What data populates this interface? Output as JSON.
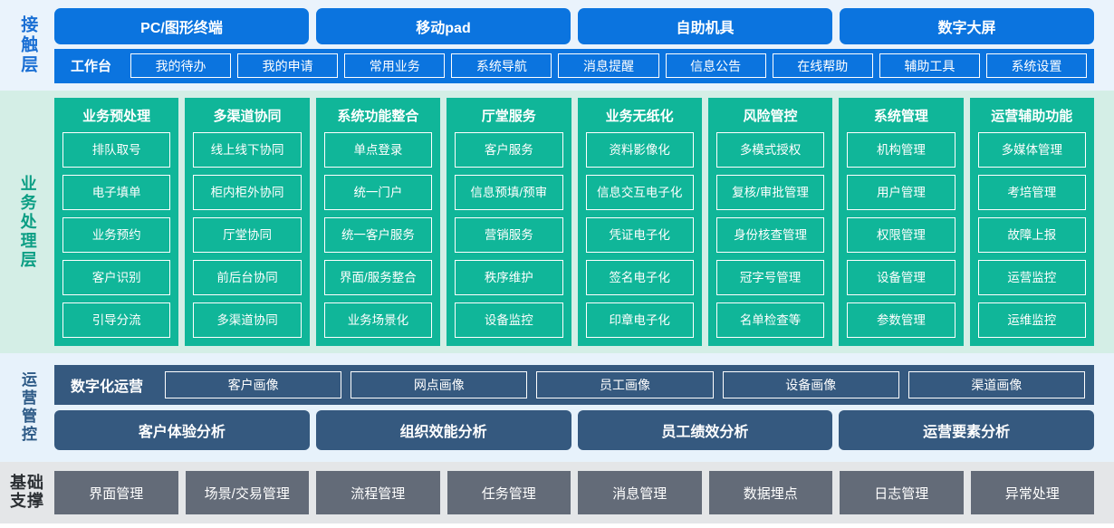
{
  "colors": {
    "contact_bg": "#eaf3fc",
    "contact_blue": "#0b74df",
    "business_bg": "#d4eee6",
    "business_teal": "#10b699",
    "ops_bg": "#e7f2fb",
    "ops_navy": "#35597f",
    "base_bg": "#e4e6e8",
    "base_gray": "#636b78"
  },
  "contact_layer": {
    "label": "接触层",
    "channels": [
      "PC/图形终端",
      "移动pad",
      "自助机具",
      "数字大屏"
    ],
    "workbench_title": "工作台",
    "workbench_items": [
      "我的待办",
      "我的申请",
      "常用业务",
      "系统导航",
      "消息提醒",
      "信息公告",
      "在线帮助",
      "辅助工具",
      "系统设置"
    ]
  },
  "business_layer": {
    "label": "业务处理层",
    "columns": [
      {
        "title": "业务预处理",
        "items": [
          "排队取号",
          "电子填单",
          "业务预约",
          "客户识别",
          "引导分流"
        ]
      },
      {
        "title": "多渠道协同",
        "items": [
          "线上线下协同",
          "柜内柜外协同",
          "厅堂协同",
          "前后台协同",
          "多渠道协同"
        ]
      },
      {
        "title": "系统功能整合",
        "items": [
          "单点登录",
          "统一门户",
          "统一客户服务",
          "界面/服务整合",
          "业务场景化"
        ]
      },
      {
        "title": "厅堂服务",
        "items": [
          "客户服务",
          "信息预填/预审",
          "营销服务",
          "秩序维护",
          "设备监控"
        ]
      },
      {
        "title": "业务无纸化",
        "items": [
          "资料影像化",
          "信息交互电子化",
          "凭证电子化",
          "签名电子化",
          "印章电子化"
        ]
      },
      {
        "title": "风险管控",
        "items": [
          "多模式授权",
          "复核/审批管理",
          "身份核查管理",
          "冠字号管理",
          "名单检查等"
        ]
      },
      {
        "title": "系统管理",
        "items": [
          "机构管理",
          "用户管理",
          "权限管理",
          "设备管理",
          "参数管理"
        ]
      },
      {
        "title": "运营辅助功能",
        "items": [
          "多媒体管理",
          "考培管理",
          "故障上报",
          "运营监控",
          "运维监控"
        ]
      }
    ]
  },
  "operations_layer": {
    "label": "运营管控",
    "portrait_title": "数字化运营",
    "portrait_items": [
      "客户画像",
      "网点画像",
      "员工画像",
      "设备画像",
      "渠道画像"
    ],
    "analysis_items": [
      "客户体验分析",
      "组织效能分析",
      "员工绩效分析",
      "运营要素分析"
    ]
  },
  "foundation_layer": {
    "label_line1": "基础",
    "label_line2": "支撑",
    "items": [
      "界面管理",
      "场景/交易管理",
      "流程管理",
      "任务管理",
      "消息管理",
      "数据埋点",
      "日志管理",
      "异常处理"
    ]
  }
}
